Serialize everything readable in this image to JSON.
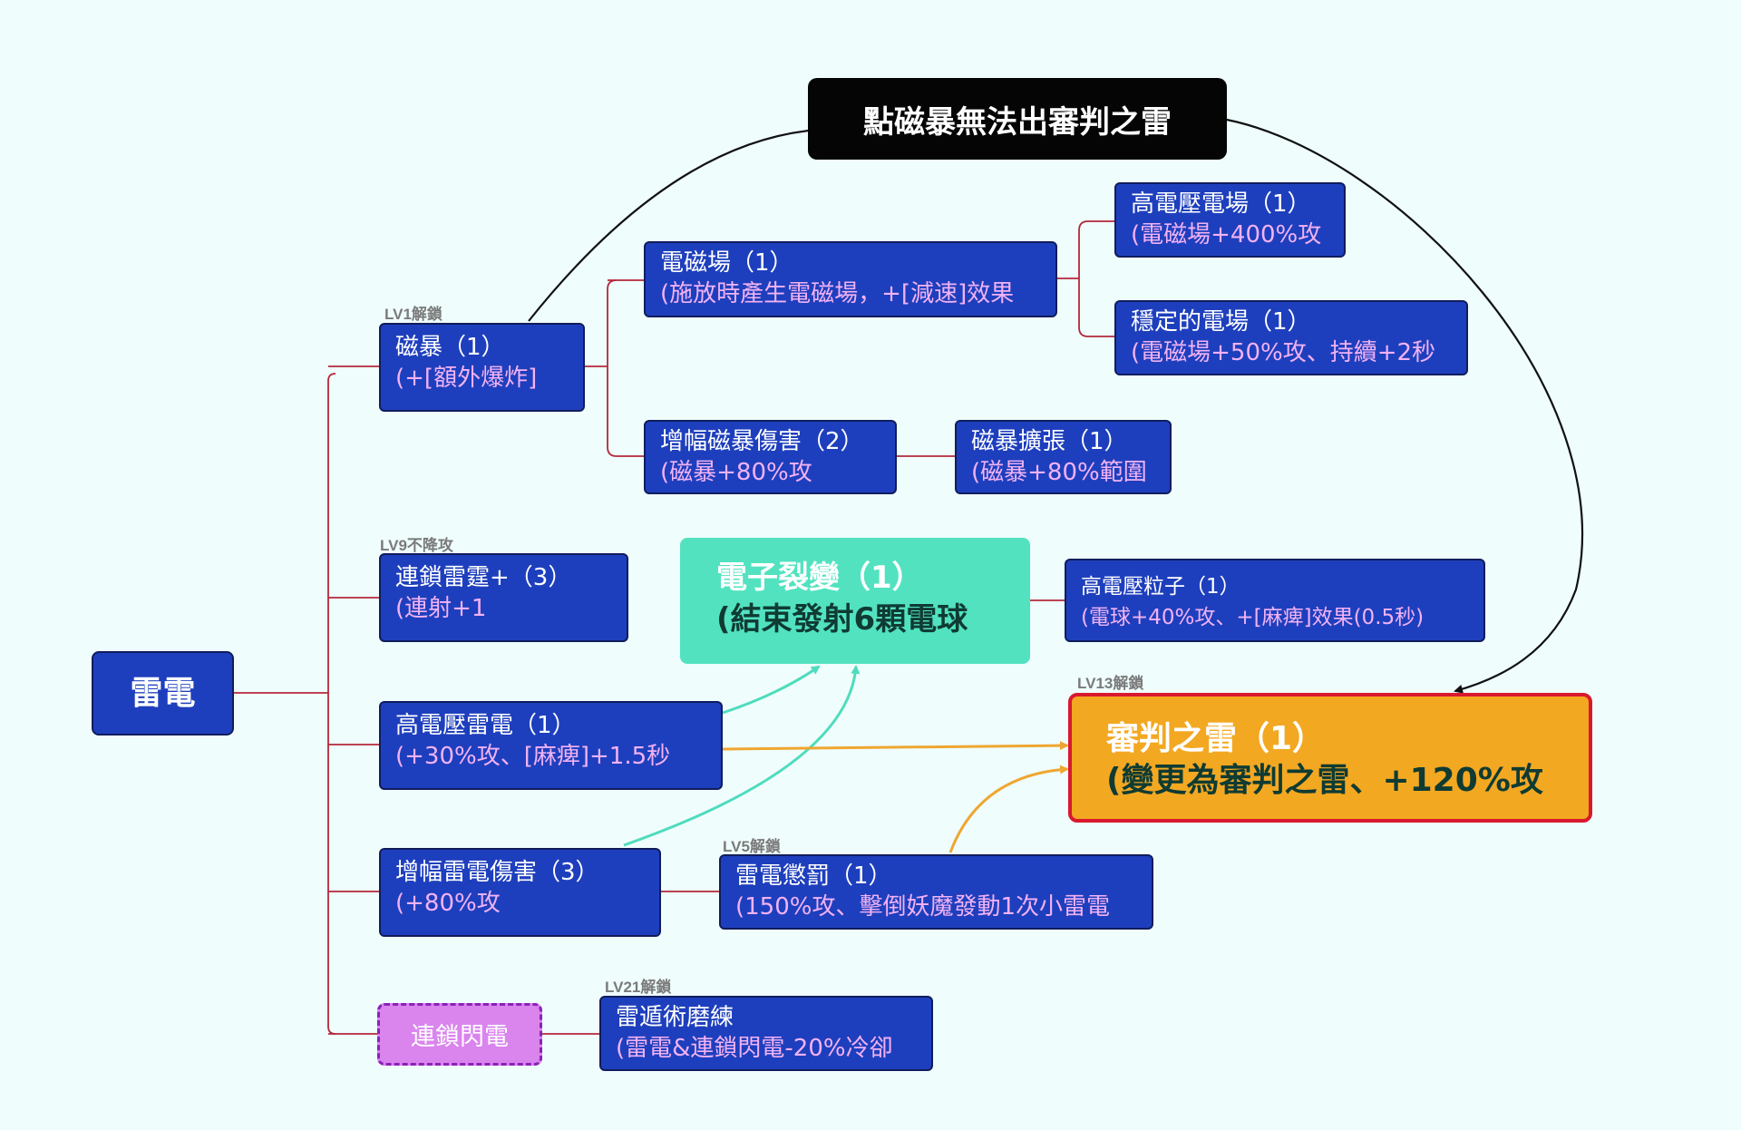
{
  "colors": {
    "background": "#effdfd",
    "node_fill": "#1e3fbd",
    "node_title": "#ffffff",
    "node_detail": "#f2b2f4",
    "tree_link": "#b4283a",
    "teal_arrow": "#4fdcbd",
    "orange_arrow": "#efa630",
    "black_arrow": "#111111",
    "fission_fill": "#52e2c0",
    "judgment_fill": "#f3a822",
    "judgment_border": "#d9192e",
    "chain_fill": "#da84ee"
  },
  "root": {
    "title": "雷電"
  },
  "note": {
    "title": "點磁暴無法出審判之雷"
  },
  "tags": {
    "lv1": "LV1解鎖",
    "lv9": "LV9不降攻",
    "lv13": "LV13解鎖",
    "lv5": "LV5解鎖",
    "lv21": "LV21解鎖"
  },
  "nodes": {
    "magnetic_storm": {
      "title": "磁暴（1）",
      "detail": "(+[額外爆炸]"
    },
    "em_field": {
      "title": "電磁場（1）",
      "detail": "(施放時產生電磁場，+[減速]效果"
    },
    "hv_field": {
      "title": "高電壓電場（1）",
      "detail": "(電磁場+400%攻"
    },
    "stable_field": {
      "title": "穩定的電場（1）",
      "detail": "(電磁場+50%攻、持續+2秒"
    },
    "storm_dmg": {
      "title": "增幅磁暴傷害（2）",
      "detail": "(磁暴+80%攻"
    },
    "storm_expand": {
      "title": "磁暴擴張（1）",
      "detail": "(磁暴+80%範圍"
    },
    "chain_thunder": {
      "title": "連鎖雷霆+（3）",
      "detail": "(連射+1"
    },
    "fission": {
      "title": "電子裂變（1）",
      "detail": "(結束發射6顆電球"
    },
    "hv_particle": {
      "title": "高電壓粒子（1）",
      "detail": "(電球+40%攻、+[麻痺]效果(0.5秒)"
    },
    "hv_lightning": {
      "title": "高電壓雷電（1）",
      "detail": "(+30%攻、[麻痺]+1.5秒"
    },
    "judgment": {
      "title": "審判之雷（1）",
      "detail": "(變更為審判之雷、+120%攻"
    },
    "lightning_dmg": {
      "title": "增幅雷電傷害（3）",
      "detail": "(+80%攻"
    },
    "lightning_punish": {
      "title": "雷電懲罰（1）",
      "detail": "(150%攻、擊倒妖魔發動1次小雷電"
    },
    "chain_lightning": {
      "title": "連鎖閃電"
    },
    "shield_training": {
      "title": "雷遁術磨練",
      "detail": "(雷電&連鎖閃電-20%冷卻"
    }
  }
}
